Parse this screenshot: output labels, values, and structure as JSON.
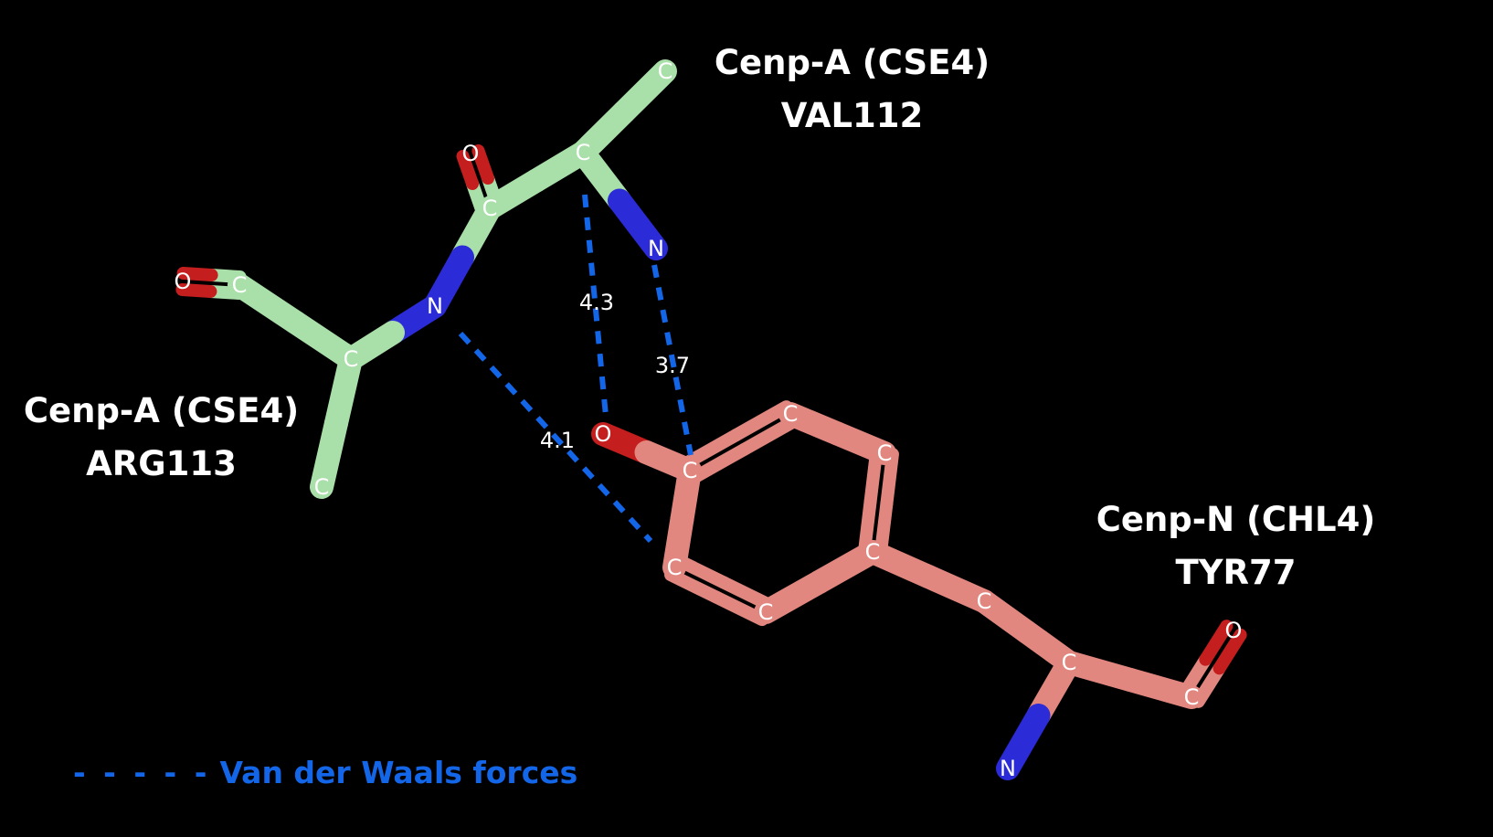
{
  "colors": {
    "background": "#000000",
    "cse4_carbon": "#a9dfa9",
    "chl4_carbon": "#e2877f",
    "nitrogen": "#2b2bd8",
    "oxygen": "#c41e1e",
    "vdw": "#1466e8",
    "text": "#ffffff"
  },
  "labels": {
    "val112": {
      "line1": "Cenp-A (CSE4)",
      "line2": "VAL112"
    },
    "arg113": {
      "line1": "Cenp-A (CSE4)",
      "line2": "ARG113"
    },
    "tyr77": {
      "line1": "Cenp-N (CHL4)",
      "line2": "TYR77"
    }
  },
  "legend": {
    "dashes": "- - - - -",
    "text": "Van der Waals forces"
  },
  "distances": [
    {
      "id": "d1",
      "value": "4.3"
    },
    {
      "id": "d2",
      "value": "3.7"
    },
    {
      "id": "d3",
      "value": "4.1"
    }
  ],
  "atoms": {
    "val_cb": "C",
    "val_ca": "C",
    "val_n": "N",
    "val_c": "C",
    "val_o": "O",
    "arg_n": "N",
    "arg_ca": "C",
    "arg_cb": "C",
    "arg_c": "C",
    "arg_o": "O",
    "tyr_oh": "O",
    "tyr_cz": "C",
    "tyr_ce1": "C",
    "tyr_cd1": "C",
    "tyr_cg": "C",
    "tyr_cd2": "C",
    "tyr_ce2": "C",
    "tyr_cb": "C",
    "tyr_ca": "C",
    "tyr_n": "N",
    "tyr_c": "C",
    "tyr_o": "O"
  }
}
